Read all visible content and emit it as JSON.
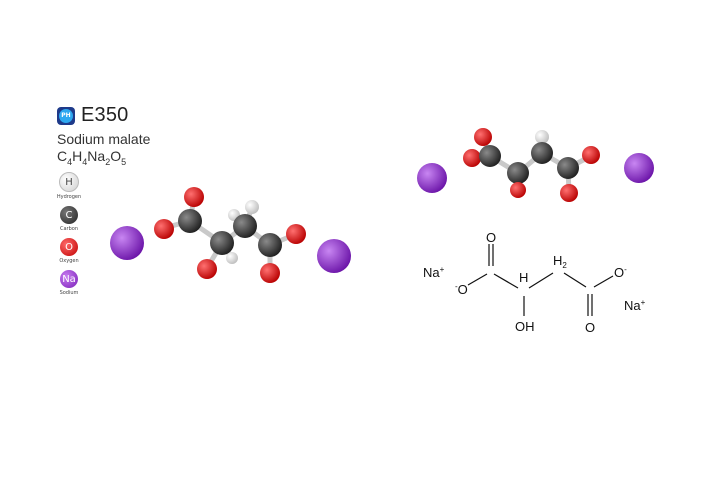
{
  "header": {
    "badge": "PH",
    "code": "E350",
    "name": "Sodium malate",
    "formula": {
      "C": "C",
      "c4": "4",
      "H": "H",
      "h4": "4",
      "Na": "Na",
      "na2": "2",
      "O": "O",
      "o5": "5"
    }
  },
  "legend": [
    {
      "symbol": "H",
      "label": "Hydrogen",
      "color": "#e2e2e2",
      "text_color": "#444444"
    },
    {
      "symbol": "C",
      "label": "Carbon",
      "color": "#3a3a3a",
      "text_color": "#ffffff"
    },
    {
      "symbol": "O",
      "label": "Oxygen",
      "color": "#e01818",
      "text_color": "#ffffff"
    },
    {
      "symbol": "Na",
      "label": "Sodium",
      "color": "#9b30d9",
      "text_color": "#ffffff"
    }
  ],
  "structure": {
    "na_left": "Na",
    "na_right": "Na",
    "plus": "+",
    "minus": "-",
    "O": "O",
    "H": "H",
    "H2": "H",
    "h2_sub": "2",
    "OH": "OH"
  }
}
